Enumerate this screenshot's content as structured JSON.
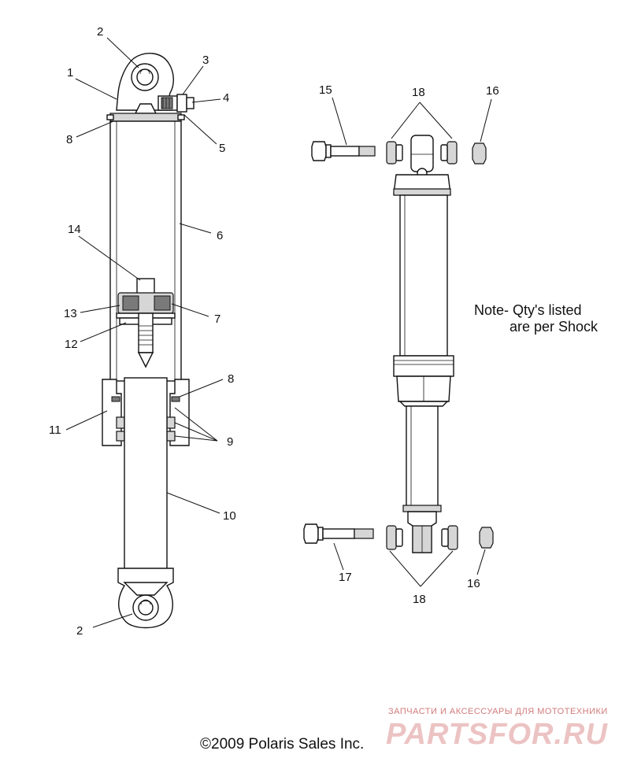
{
  "diagram": {
    "callouts": [
      {
        "id": "c-1",
        "text": "1"
      },
      {
        "id": "c-2-top",
        "text": "2"
      },
      {
        "id": "c-2-bottom",
        "text": "2"
      },
      {
        "id": "c-3",
        "text": "3"
      },
      {
        "id": "c-4",
        "text": "4"
      },
      {
        "id": "c-5",
        "text": "5"
      },
      {
        "id": "c-6",
        "text": "6"
      },
      {
        "id": "c-7",
        "text": "7"
      },
      {
        "id": "c-8-top",
        "text": "8"
      },
      {
        "id": "c-8-mid",
        "text": "8"
      },
      {
        "id": "c-9",
        "text": "9"
      },
      {
        "id": "c-10",
        "text": "10"
      },
      {
        "id": "c-11",
        "text": "11"
      },
      {
        "id": "c-12",
        "text": "12"
      },
      {
        "id": "c-13",
        "text": "13"
      },
      {
        "id": "c-14",
        "text": "14"
      },
      {
        "id": "c-15",
        "text": "15"
      },
      {
        "id": "c-16-top",
        "text": "16"
      },
      {
        "id": "c-16-bottom",
        "text": "16"
      },
      {
        "id": "c-17",
        "text": "17"
      },
      {
        "id": "c-18-top",
        "text": "18"
      },
      {
        "id": "c-18-bottom",
        "text": "18"
      }
    ],
    "note_line1": "Note- Qty's listed",
    "note_line2": "are per Shock",
    "copyright": "©2009 Polaris Sales Inc.",
    "watermark_small": "ЗАПЧАСТИ И АКСЕССУАРЫ ДЛЯ МОТОТЕХНИКИ",
    "watermark_logo": "PARTSFOR.RU"
  }
}
